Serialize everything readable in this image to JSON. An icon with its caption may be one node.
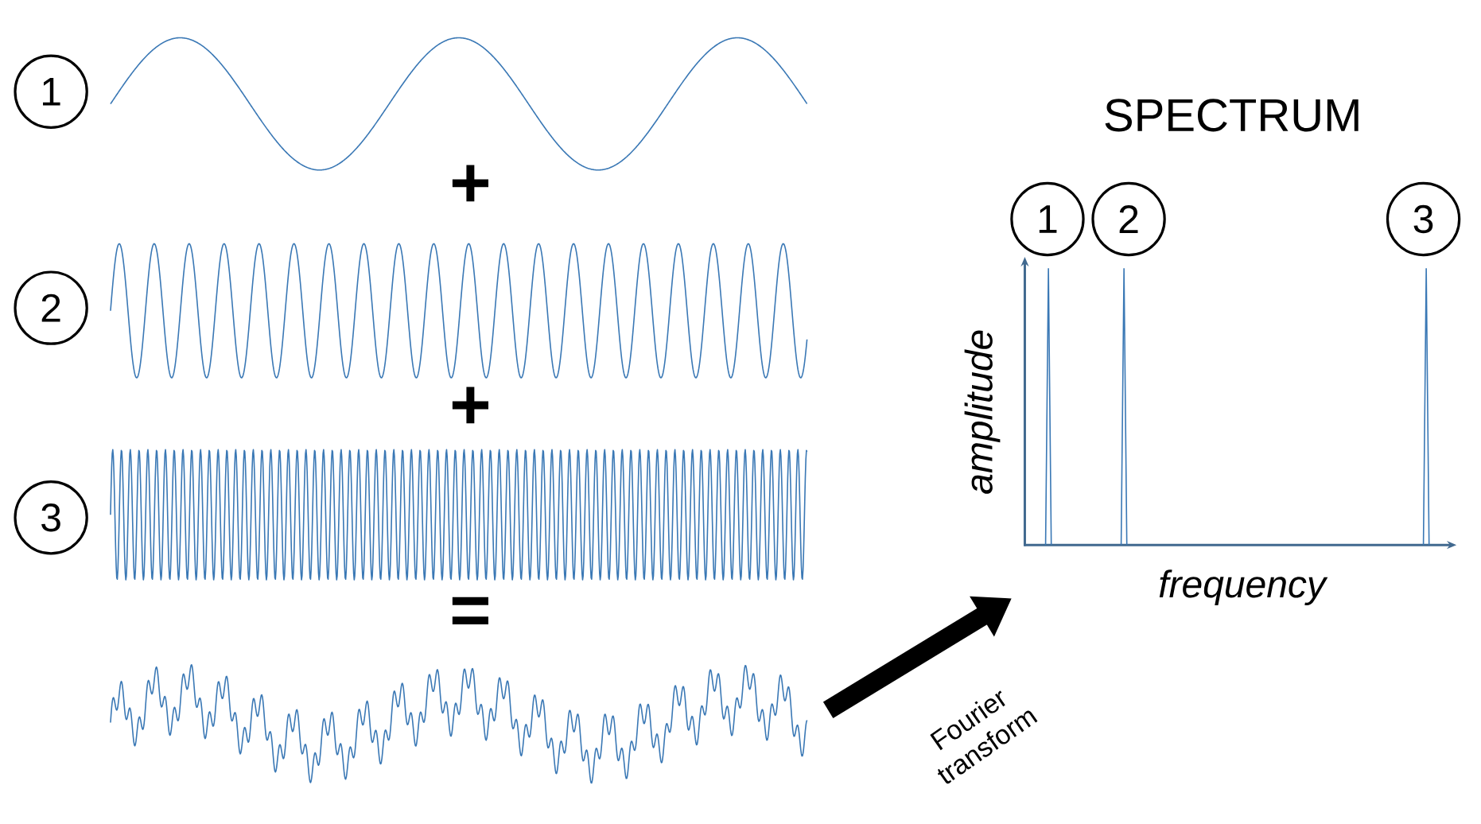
{
  "diagram": {
    "title": "SPECTRUM",
    "nodes": [
      {
        "text": [
          "1"
        ]
      },
      {
        "text": [
          "2"
        ]
      },
      {
        "text": [
          "3"
        ]
      },
      {
        "text": [],
        "shape": "picture"
      },
      {
        "text": [],
        "shape": "picture"
      },
      {
        "text": [
          "1"
        ]
      },
      {
        "text": [
          "2"
        ]
      },
      {
        "text": [
          "3"
        ]
      }
    ],
    "edges": [
      {
        "from": 3,
        "to": 4,
        "arrow": "to",
        "label": "Fourier transform"
      }
    ],
    "labels": [
      "+",
      "+",
      "=",
      "amplitude",
      "frequency"
    ]
  }
}
